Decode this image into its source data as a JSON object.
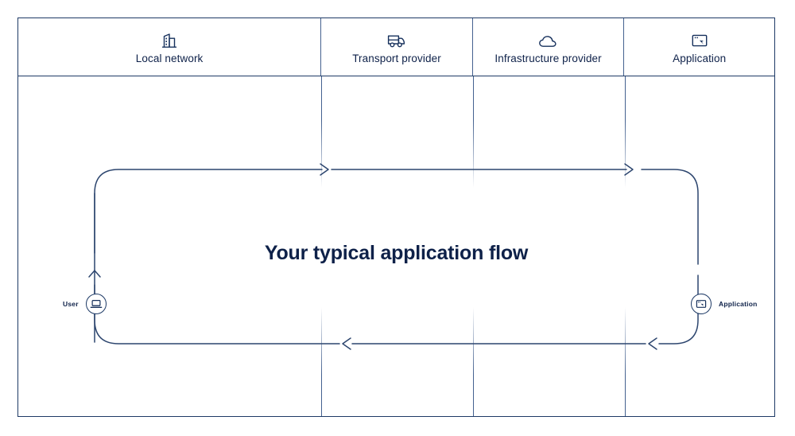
{
  "diagram": {
    "title": "Your typical application flow",
    "columns": [
      {
        "id": "local-network",
        "label": "Local network",
        "icon": "building-icon"
      },
      {
        "id": "transport-provider",
        "label": "Transport provider",
        "icon": "truck-icon"
      },
      {
        "id": "infrastructure-provider",
        "label": "Infrastructure provider",
        "icon": "cloud-icon"
      },
      {
        "id": "application",
        "label": "Application",
        "icon": "browser-window-cursor-icon"
      }
    ],
    "endpoints": [
      {
        "id": "user",
        "label": "User",
        "icon": "laptop-icon",
        "side": "left"
      },
      {
        "id": "application",
        "label": "Application",
        "icon": "browser-window-cursor-icon",
        "side": "right"
      }
    ],
    "flow": {
      "outbound_direction": "left-to-right",
      "return_direction": "right-to-left",
      "arrow_count": 5
    },
    "colors": {
      "frame": "#1e3a66",
      "divider": "#44618f",
      "text": "#0e2149",
      "line": "#2c456e",
      "background": "#ffffff"
    }
  }
}
